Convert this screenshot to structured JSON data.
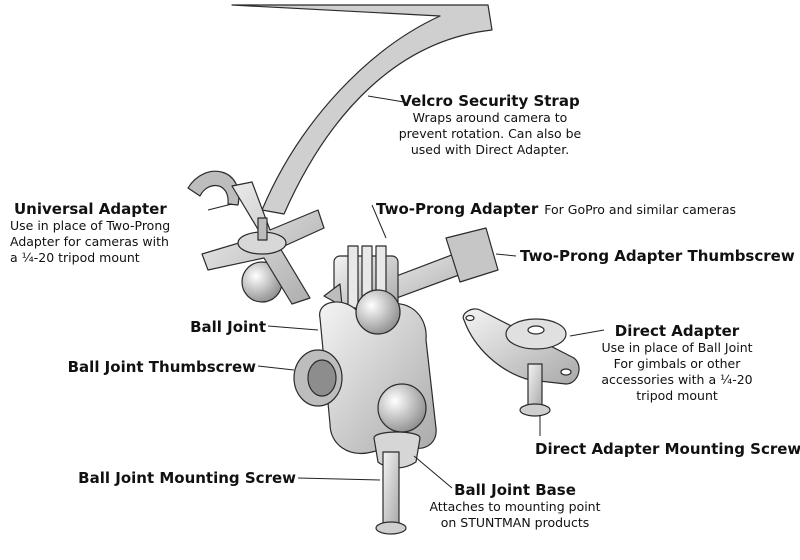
{
  "labels": {
    "velcro_strap": {
      "title": "Velcro Security Strap",
      "lines": [
        "Wraps around camera to",
        "prevent rotation. Can also be",
        "used with Direct Adapter."
      ]
    },
    "universal_adapter": {
      "title": "Universal Adapter",
      "lines": [
        "Use in place of Two-Prong",
        "Adapter for cameras with",
        "a ¼-20 tripod mount"
      ]
    },
    "two_prong_adapter": {
      "title": "Two-Prong Adapter",
      "desc": "For GoPro and similar cameras"
    },
    "two_prong_thumbscrew": {
      "title": "Two-Prong Adapter Thumbscrew"
    },
    "ball_joint": {
      "title": "Ball Joint"
    },
    "ball_joint_thumbscrew": {
      "title": "Ball Joint Thumbscrew"
    },
    "direct_adapter": {
      "title": "Direct Adapter",
      "lines": [
        "Use in place of Ball Joint",
        "For gimbals or other",
        "accessories with a ¼-20",
        "tripod mount"
      ]
    },
    "direct_adapter_screw": {
      "title": "Direct Adapter Mounting Screw"
    },
    "ball_joint_mounting_screw": {
      "title": "Ball Joint Mounting Screw"
    },
    "ball_joint_base": {
      "title": "Ball Joint Base",
      "lines": [
        "Attaches to mounting point",
        "on STUNTMAN products"
      ]
    }
  }
}
